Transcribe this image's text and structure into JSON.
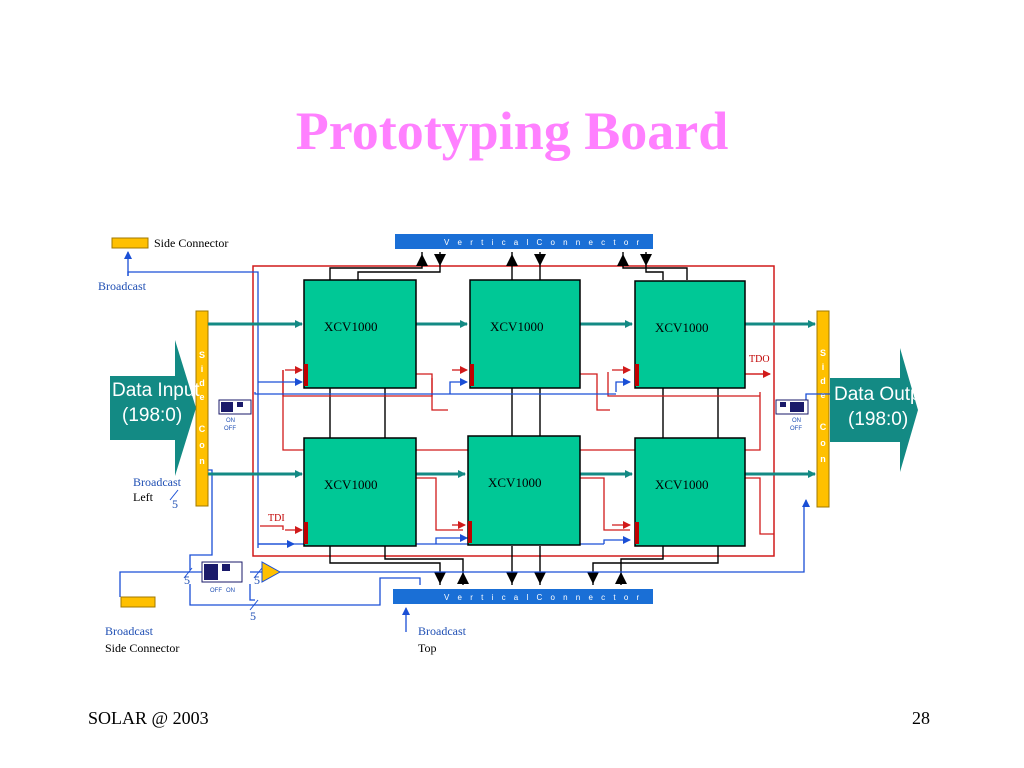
{
  "slide": {
    "title": "Prototyping Board",
    "footer_left": "SOLAR @ 2003",
    "page_number": "28"
  },
  "diagram": {
    "chips": [
      {
        "label": "XCV1000"
      },
      {
        "label": "XCV1000"
      },
      {
        "label": "XCV1000"
      },
      {
        "label": "XCV1000"
      },
      {
        "label": "XCV1000"
      },
      {
        "label": "XCV1000"
      }
    ],
    "vertical_connector": "V e r t i c a l   C o n n e c t o r",
    "data_input_line1": "Data Input",
    "data_input_line2": "(198:0)",
    "data_output_line1": "Data Output",
    "data_output_line2": "(198:0)",
    "side_connector_label": "Side Connector",
    "broadcast_label": "Broadcast",
    "broadcast_left_1": "Broadcast",
    "broadcast_left_2": "Left",
    "broadcast_side_1": "Broadcast",
    "broadcast_side_2": "Side Connector",
    "broadcast_top_1": "Broadcast",
    "broadcast_top_2": "Top",
    "tdi": "TDI",
    "tdo": "TDO",
    "bus_width": "5",
    "switch_on": "ON",
    "switch_off": "OFF",
    "side_con_letters": [
      "S",
      "i",
      "d",
      "e",
      "C",
      "o",
      "n"
    ],
    "colors": {
      "chip_fill": "#00c896",
      "teal_arrow": "#138a84",
      "connector_blue": "#1a6fd6",
      "red_line": "#d11a1a",
      "side_bar": "#ffc000",
      "title_pink": "#ff80ff"
    }
  }
}
